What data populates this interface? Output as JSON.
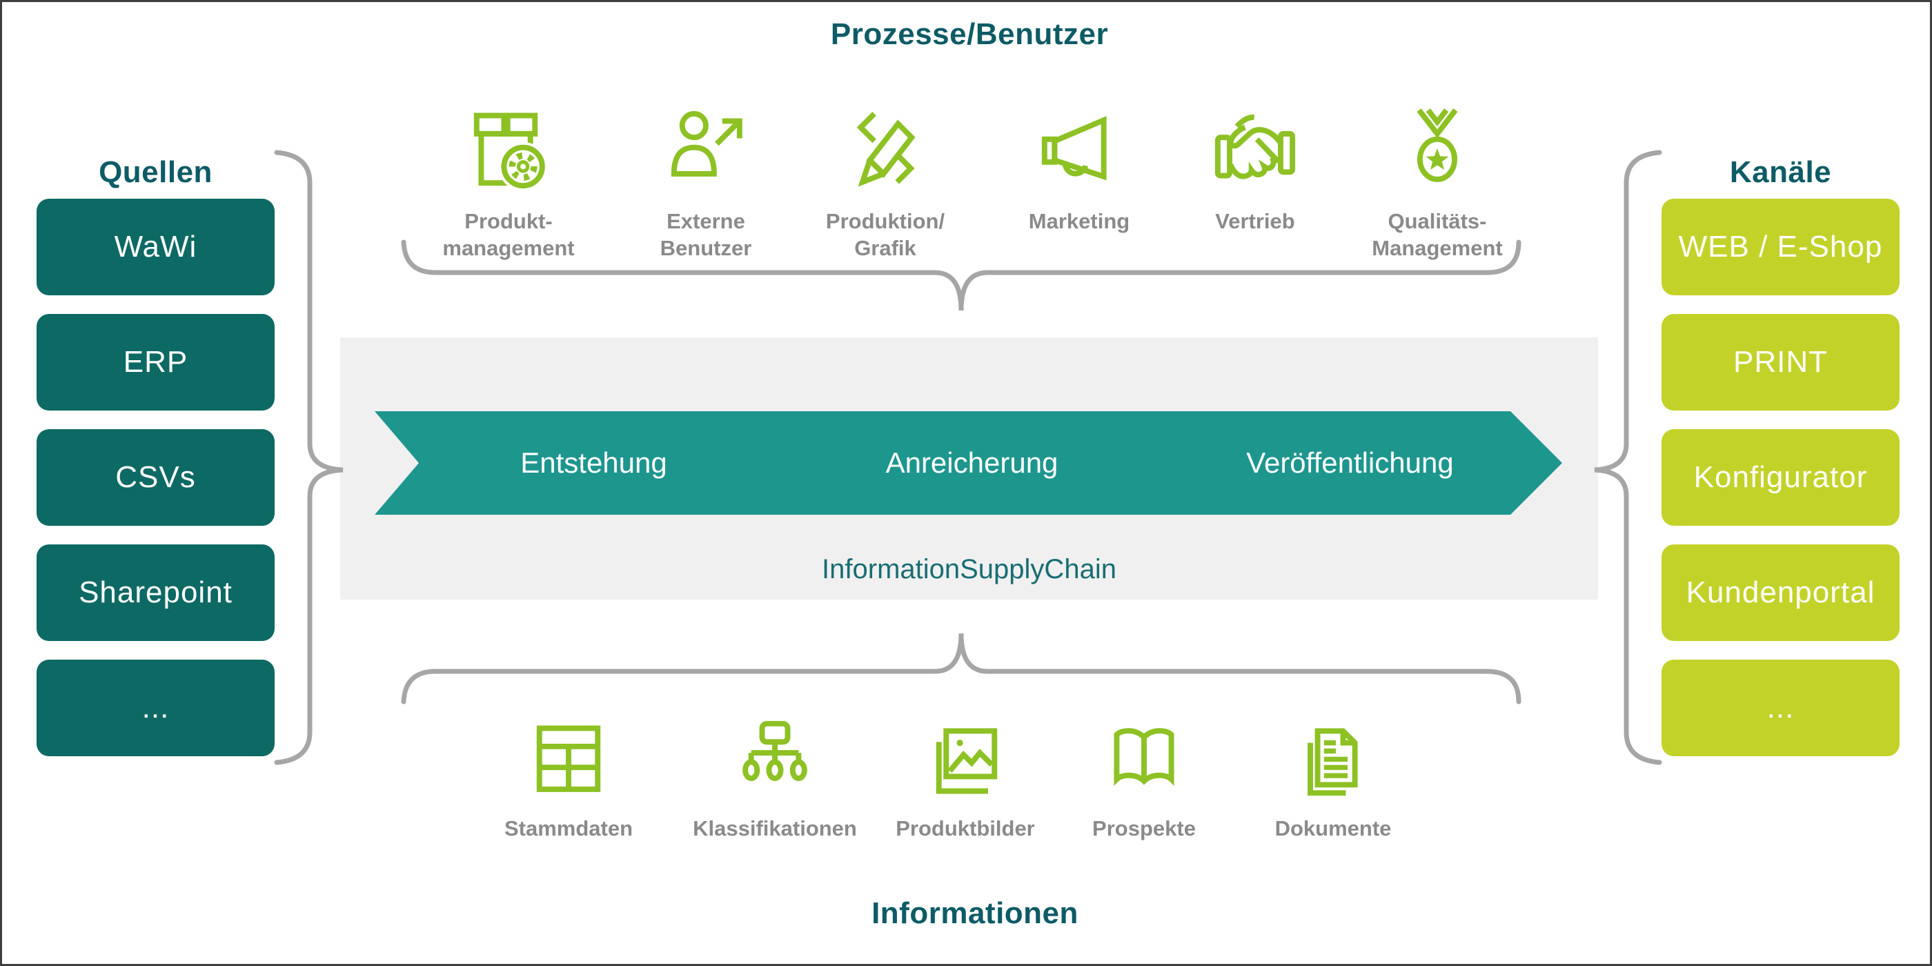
{
  "headings": {
    "top": "Prozesse/Benutzer",
    "left": "Quellen",
    "right": "Kanäle",
    "bottom": "Informationen"
  },
  "sources": {
    "items": [
      "WaWi",
      "ERP",
      "CSVs",
      "Sharepoint",
      "..."
    ]
  },
  "channels": {
    "items": [
      "WEB / E-Shop",
      "PRINT",
      "Konfigurator",
      "Kundenportal",
      "..."
    ]
  },
  "processes": {
    "items": [
      {
        "icon": "product-box-gear-icon",
        "lines": [
          "Produkt-",
          "management"
        ]
      },
      {
        "icon": "external-user-icon",
        "lines": [
          "Externe",
          "Benutzer"
        ]
      },
      {
        "icon": "pencil-brackets-icon",
        "lines": [
          "Produktion/",
          "Grafik"
        ]
      },
      {
        "icon": "megaphone-icon",
        "lines": [
          "Marketing"
        ]
      },
      {
        "icon": "handshake-icon",
        "lines": [
          "Vertrieb"
        ]
      },
      {
        "icon": "medal-star-icon",
        "lines": [
          "Qualitäts-",
          "Management"
        ]
      }
    ]
  },
  "informations": {
    "items": [
      {
        "icon": "table-grid-icon",
        "label": "Stammdaten"
      },
      {
        "icon": "hierarchy-icon",
        "label": "Klassifikationen"
      },
      {
        "icon": "image-photo-icon",
        "label": "Produktbilder"
      },
      {
        "icon": "brochure-book-icon",
        "label": "Prospekte"
      },
      {
        "icon": "document-icon",
        "label": "Dokumente"
      }
    ]
  },
  "supply_chain": {
    "steps": [
      "Entstehung",
      "Anreicherung",
      "Veröffentlichung"
    ],
    "caption": "InformationSupplyChain"
  },
  "colors": {
    "teal_box": "#0d6963",
    "teal_arrow": "#1d968e",
    "teal_heading": "#0d5b66",
    "caption_teal": "#186d73",
    "green_box": "#c3d229",
    "green_icon": "#8dc124",
    "band_gray": "#f0f0f1",
    "brace_gray": "#a6a6a6",
    "label_gray": "#8a8a8a",
    "border_gray": "#3f3f3f"
  }
}
